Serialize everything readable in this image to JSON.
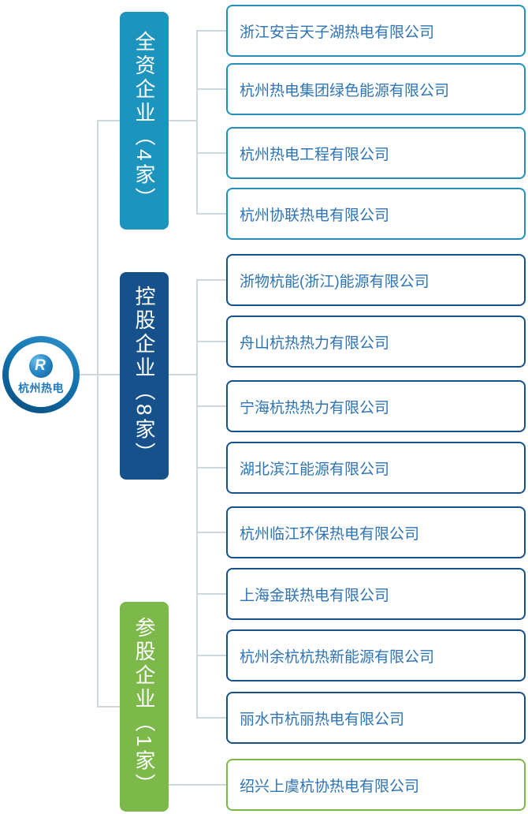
{
  "root_node": {
    "name": "杭州热电",
    "emblem_letter": "R"
  },
  "groups": [
    {
      "id": "wholly-owned",
      "label": "全资企业（4家）",
      "count": 4,
      "color": "#1d94bd"
    },
    {
      "id": "holding",
      "label": "控股企业（8家）",
      "count": 8,
      "color": "#16518c"
    },
    {
      "id": "participating",
      "label": "参股企业（1家）",
      "count": 1,
      "color": "#7cb84a"
    }
  ],
  "companies": [
    {
      "name": "浙江安吉天子湖热电有限公司",
      "group": "全资企业"
    },
    {
      "name": "杭州热电集团绿色能源有限公司",
      "group": "全资企业"
    },
    {
      "name": "杭州热电工程有限公司",
      "group": "全资企业"
    },
    {
      "name": "杭州协联热电有限公司",
      "group": "全资企业"
    },
    {
      "name": "浙物杭能(浙江)能源有限公司",
      "group": "控股企业"
    },
    {
      "name": "舟山杭热热力有限公司",
      "group": "控股企业"
    },
    {
      "name": "宁海杭热热力有限公司",
      "group": "控股企业"
    },
    {
      "name": "湖北滨江能源有限公司",
      "group": "控股企业"
    },
    {
      "name": "杭州临江环保热电有限公司",
      "group": "控股企业"
    },
    {
      "name": "上海金联热电有限公司",
      "group": "控股企业"
    },
    {
      "name": "杭州余杭杭热新能源有限公司",
      "group": "控股企业"
    },
    {
      "name": "丽水市杭丽热电有限公司",
      "group": "控股企业"
    },
    {
      "name": "绍兴上虞杭协热电有限公司",
      "group": "参股企业"
    }
  ],
  "colors": {
    "teal": "#1d94bd",
    "navy": "#16518c",
    "green": "#7cb84a",
    "company_text": "#2e74b5",
    "connector": "#cdd7dc",
    "logo_text": "#1a78bf"
  }
}
